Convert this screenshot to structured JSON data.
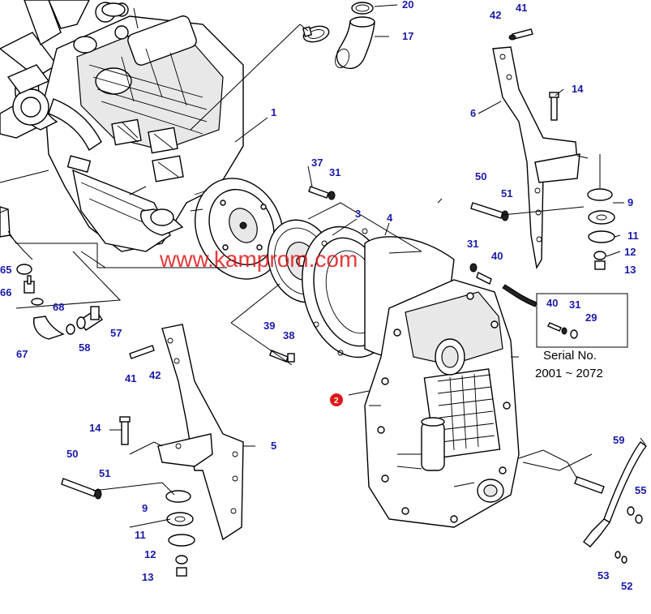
{
  "watermark": "www.kamprom.com",
  "serial": {
    "label": "Serial No.",
    "range": "2001 ~ 2072",
    "callouts": [
      "40",
      "31",
      "29"
    ]
  },
  "highlight_callout": "2",
  "callouts": {
    "c1": "1",
    "c3": "3",
    "c4": "4",
    "c5": "5",
    "c6": "6",
    "c9a": "9",
    "c9b": "9",
    "c11a": "11",
    "c11b": "11",
    "c12a": "12",
    "c12b": "12",
    "c13a": "13",
    "c13b": "13",
    "c14a": "14",
    "c14b": "14",
    "c17": "17",
    "c20": "20",
    "c31a": "31",
    "c31b": "31",
    "c37": "37",
    "c38": "38",
    "c39": "39",
    "c40": "40",
    "c41a": "41",
    "c41b": "41",
    "c42a": "42",
    "c42b": "42",
    "c50a": "50",
    "c50b": "50",
    "c51a": "51",
    "c51b": "51",
    "c52": "52",
    "c53": "53",
    "c55": "55",
    "c57": "57",
    "c58": "58",
    "c59": "59",
    "c65": "65",
    "c66": "66",
    "c67": "67",
    "c68": "68"
  }
}
